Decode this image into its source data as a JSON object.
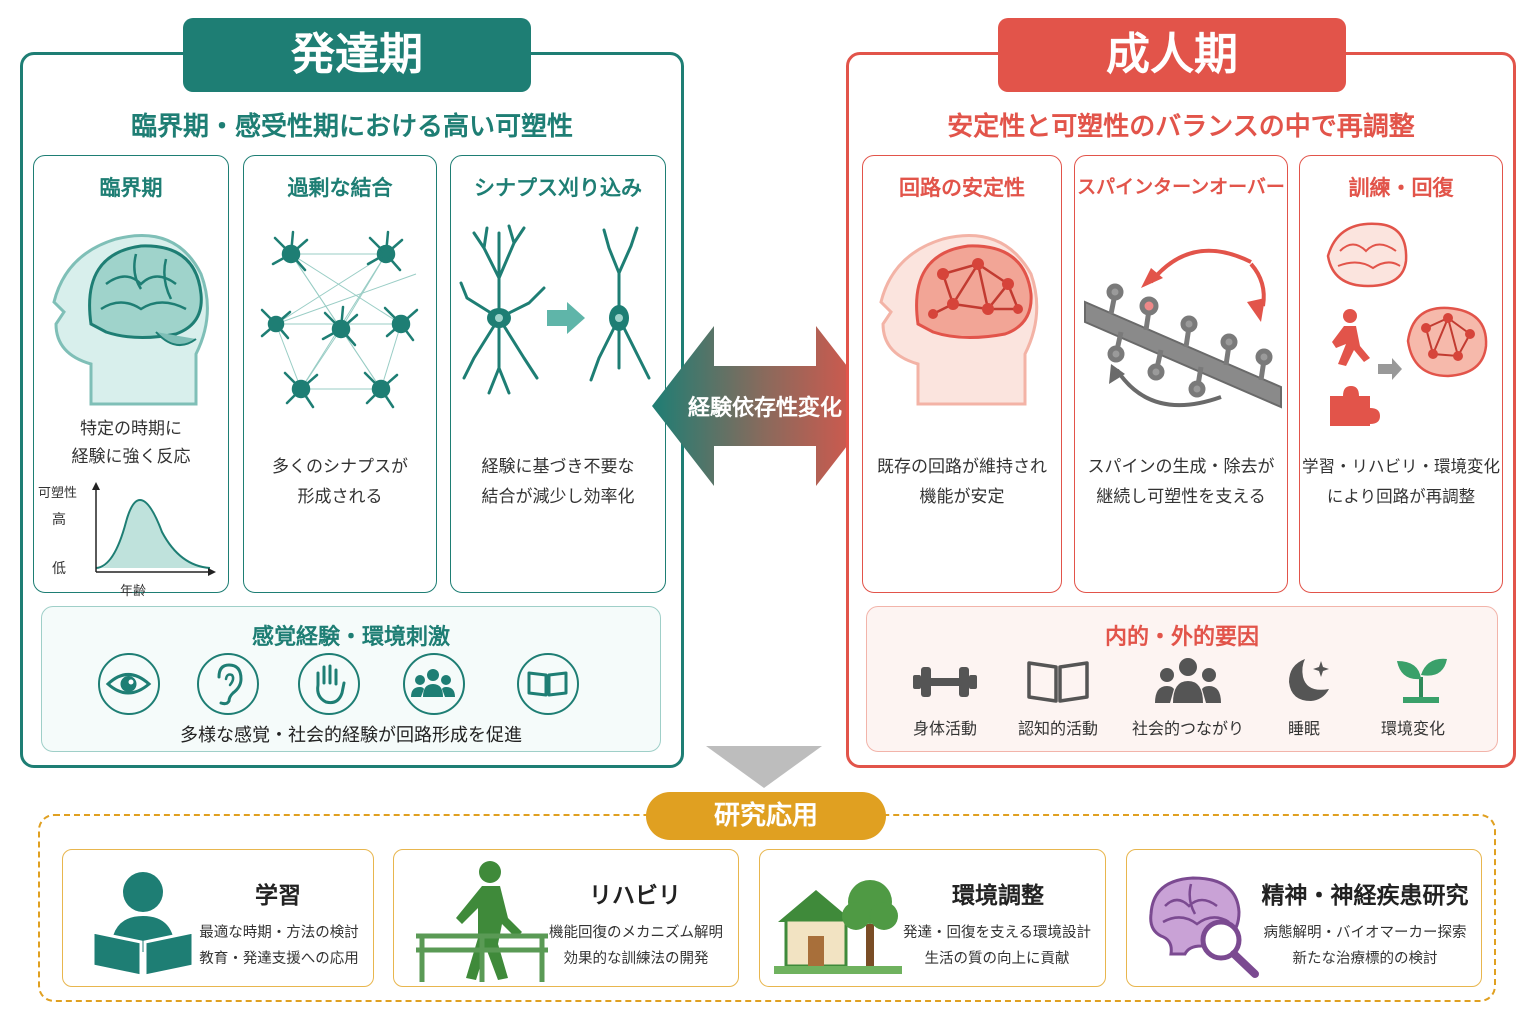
{
  "development": {
    "title": "発達期",
    "subtitle": "臨界期・感受性期における高い可塑性",
    "cards": [
      {
        "title": "臨界期",
        "desc": [
          "特定の時期に",
          "経験に強く反応"
        ]
      },
      {
        "title": "過剰な結合",
        "desc": [
          "多くのシナプスが",
          "形成される"
        ]
      },
      {
        "title": "シナプス刈り込み",
        "desc": [
          "経験に基づき不要な",
          "結合が減少し効率化"
        ]
      }
    ],
    "graph": {
      "ylabel": "可塑性",
      "high": "高",
      "low": "低",
      "xlabel": "年齢"
    },
    "sensory": {
      "title": "感覚経験・環境刺激",
      "icons": [
        "eye-icon",
        "ear-icon",
        "hand-icon",
        "people-icon",
        "book-icon"
      ],
      "caption": "多様な感覚・社会的経験が回路形成を促進"
    }
  },
  "center": {
    "label": "経験依存性変化"
  },
  "adult": {
    "title": "成人期",
    "subtitle": "安定性と可塑性のバランスの中で再調整",
    "cards": [
      {
        "title": "回路の安定性",
        "desc": [
          "既存の回路が維持され",
          "機能が安定"
        ]
      },
      {
        "title": "スパインターンオーバー",
        "desc": [
          "スパインの生成・除去が",
          "継続し可塑性を支える"
        ]
      },
      {
        "title": "訓練・回復",
        "desc": [
          "学習・リハビリ・環境変化",
          "により回路が再調整"
        ]
      }
    ],
    "factors": {
      "title": "内的・外的要因",
      "items": [
        {
          "icon": "dumbbell-icon",
          "label": "身体活動"
        },
        {
          "icon": "book-icon",
          "label": "認知的活動"
        },
        {
          "icon": "people-icon",
          "label": "社会的つながり"
        },
        {
          "icon": "moon-icon",
          "label": "睡眠"
        },
        {
          "icon": "sprout-icon",
          "label": "環境変化"
        }
      ]
    }
  },
  "research": {
    "title": "研究応用",
    "items": [
      {
        "icon": "reader-icon",
        "title": "学習",
        "desc": [
          "最適な時期・方法の検討",
          "教育・発達支援への応用"
        ]
      },
      {
        "icon": "walker-icon",
        "title": "リハビリ",
        "desc": [
          "機能回復のメカニズム解明",
          "効果的な訓練法の開発"
        ]
      },
      {
        "icon": "house-tree-icon",
        "title": "環境調整",
        "desc": [
          "発達・回復を支える環境設計",
          "生活の質の向上に貢献"
        ]
      },
      {
        "icon": "brain-search-icon",
        "title": "精神・神経疾患研究",
        "desc": [
          "病態解明・バイオマーカー探索",
          "新たな治療標的の検討"
        ]
      }
    ]
  },
  "colors": {
    "teal": "#1e7e74",
    "red": "#e2544a",
    "gold": "#e0a021"
  }
}
